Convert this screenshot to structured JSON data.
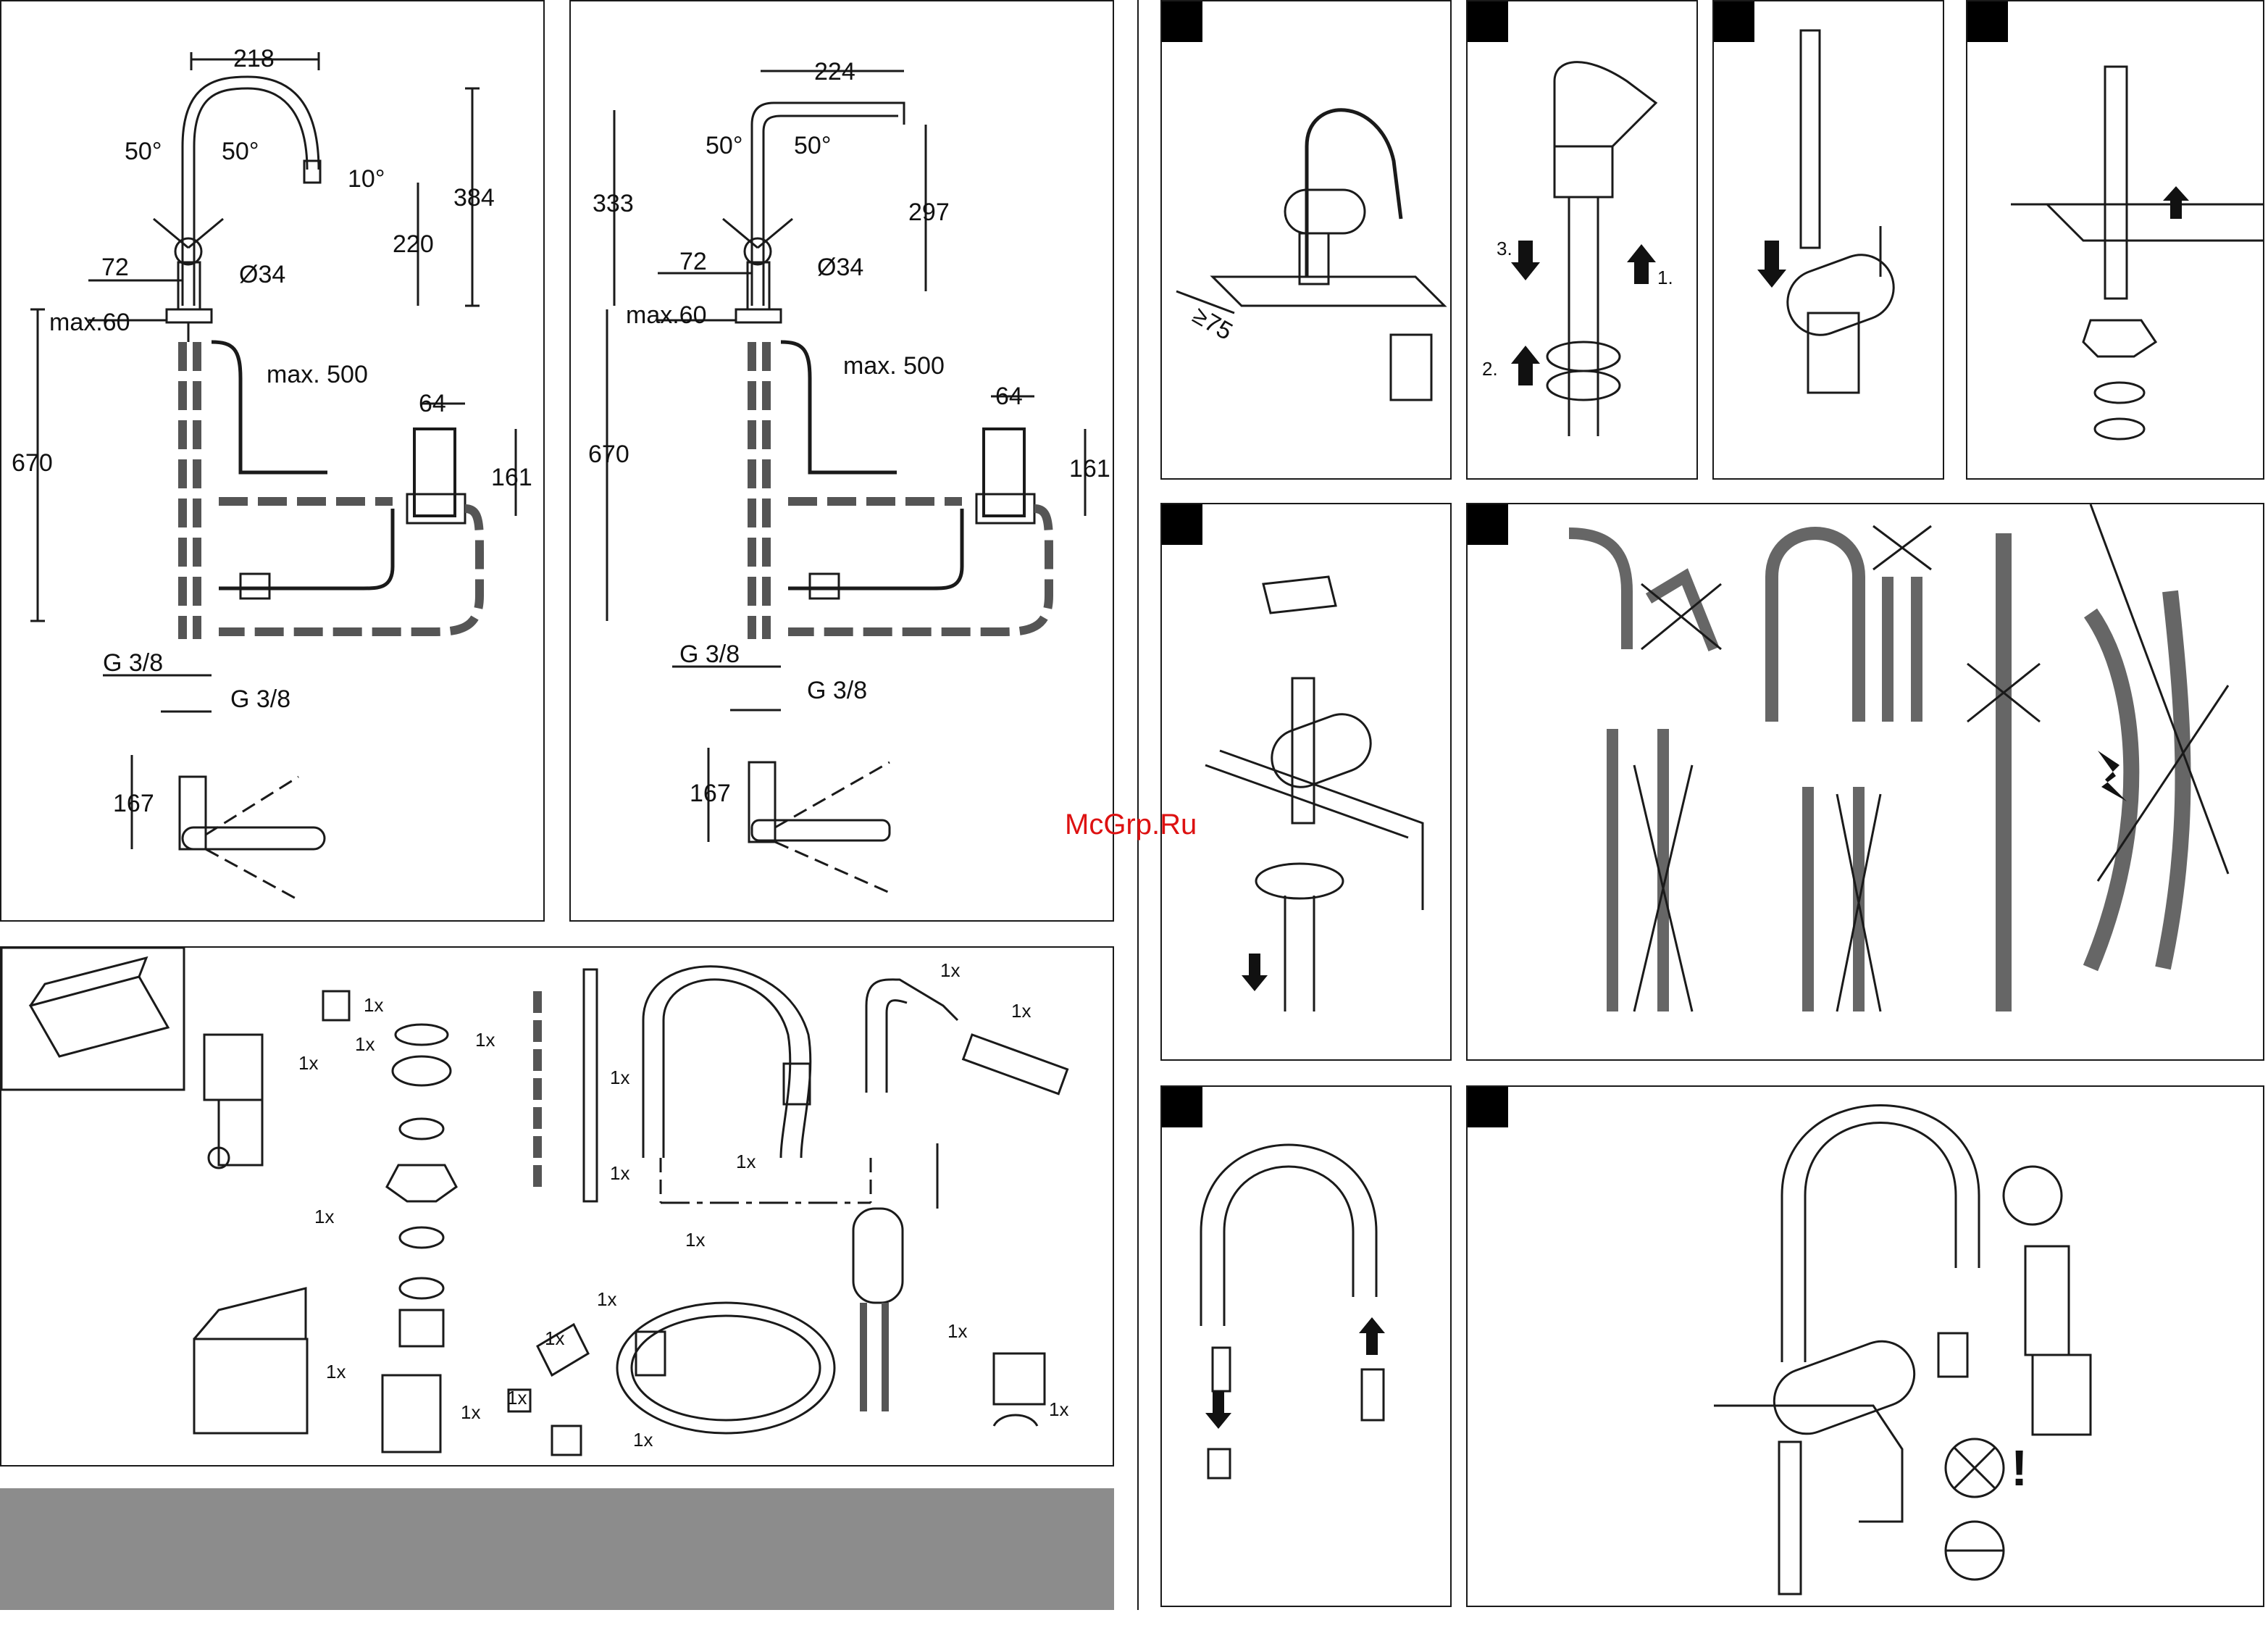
{
  "watermark": "McGrp.Ru",
  "colors": {
    "line": "#1a1a1a",
    "bar": "#8c8c8c",
    "watermark": "#dd1111"
  },
  "dims_a": {
    "top_width": "218",
    "angle_left": "50°",
    "angle_right": "50°",
    "angle_spout": "10°",
    "height_total": "384",
    "height_spout": "220",
    "offset": "72",
    "diameter": "Ø34",
    "max_thickness": "max.60",
    "max_hose": "max. 500",
    "box_width": "64",
    "box_height": "161",
    "below_deck": "670",
    "thread_1": "G 3/8",
    "thread_2": "G 3/8",
    "spout_height": "167"
  },
  "dims_b": {
    "top_width": "224",
    "angle_left": "50°",
    "angle_right": "50°",
    "height_total": "333",
    "height_spout": "297",
    "offset": "72",
    "diameter": "Ø34",
    "max_thickness": "max.60",
    "max_hose": "max. 500",
    "box_width": "64",
    "box_height": "161",
    "below_deck": "670",
    "thread_1": "G 3/8",
    "thread_2": "G 3/8",
    "spout_height": "167"
  },
  "parts_qty": "1x",
  "install": {
    "clearance": "≥75",
    "step_3": "3.",
    "step_1": "1.",
    "step_2": "2.",
    "warning": "!"
  }
}
